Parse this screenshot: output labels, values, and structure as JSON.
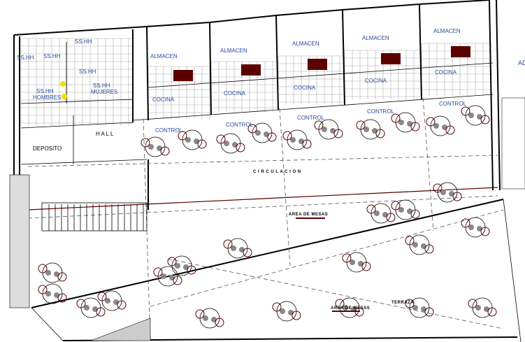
{
  "plan": {
    "rooms": {
      "sshh_1": "SS.HH.",
      "sshh_2": "SS.HH",
      "sshh_3": "SS.HH",
      "sshh_4": "SS.HH",
      "sshh_mujeres_1": "SS.HH",
      "sshh_mujeres_2": "MUJERES",
      "sshh_hombres_1": "SS.HH",
      "sshh_hombres_2": "HOMBRES",
      "hall": "H A L L",
      "deposito": "DEPOSITO",
      "almacen": [
        "ALMACEN",
        "ALMACEN",
        "ALMACEN",
        "ALMACEN",
        "ALMACEN"
      ],
      "cocina": [
        "COCINA",
        "COCINA",
        "COCINA",
        "COCINA",
        "COCINA"
      ],
      "control": [
        "CONTROL",
        "CONTROL",
        "CONTROL",
        "CONTROL",
        "CONTROL"
      ],
      "circulacion": "C I R C U L A C I O N",
      "area_mesas": "AREA DE MESAS",
      "terraza": "TERRAZA",
      "terraza_area": "AREA DE MESAS",
      "cut_label": "AD"
    },
    "colors": {
      "label": "#2a4a9a",
      "furniture": "#5a0000",
      "wall": "#000000",
      "fixture": "#f0e000"
    }
  }
}
